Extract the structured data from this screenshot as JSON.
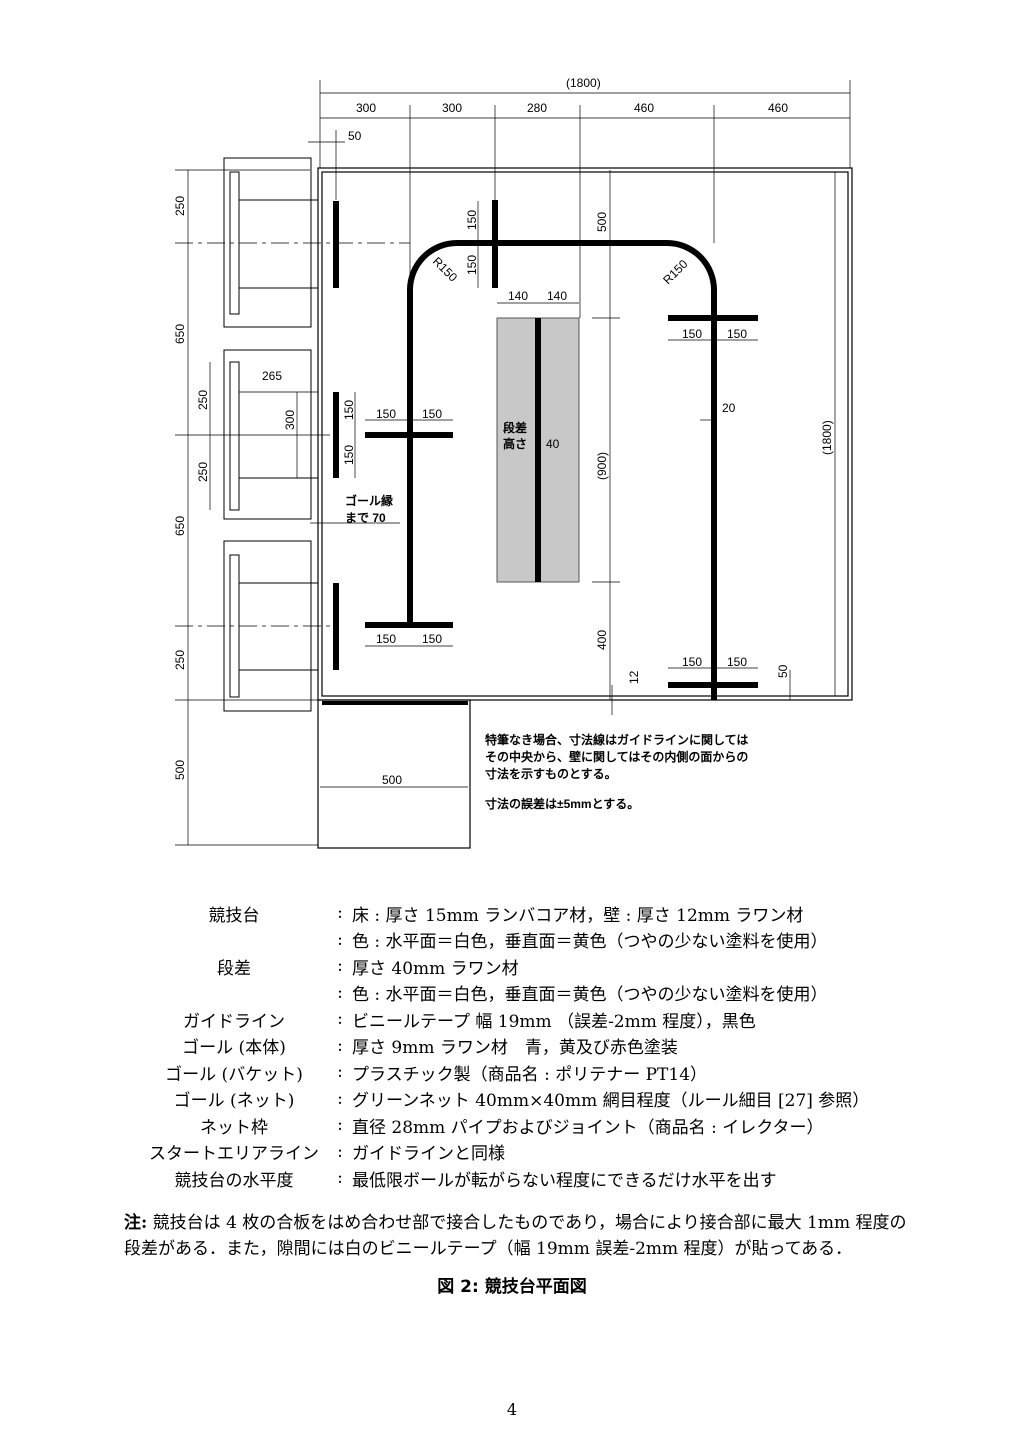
{
  "diagram": {
    "top_dims": {
      "total": "(1800)",
      "seg1": "300",
      "seg2": "300",
      "seg3": "280",
      "seg4": "460",
      "seg5": "460",
      "offset": "50"
    },
    "left_dims": {
      "d1": "250",
      "d2": "650",
      "d3": "650",
      "d4": "250",
      "d5": "500",
      "goal_half1": "250",
      "goal_half2": "250"
    },
    "goal_dims": {
      "depth": "265",
      "width": "300"
    },
    "guide_dims": {
      "v150a": "150",
      "v150b": "150",
      "step_w1": "140",
      "step_w2": "140",
      "right_t1": "150",
      "right_t2": "150",
      "mid_v1": "150",
      "mid_v2": "150",
      "mid_h1": "150",
      "mid_h2": "150",
      "bot_l1": "150",
      "bot_l2": "150",
      "bot_r1": "150",
      "bot_r2": "150",
      "r_left": "R150",
      "r_right": "R150",
      "tape": "20",
      "d500": "500",
      "d900": "(900)",
      "d400": "400",
      "d12": "12",
      "d50": "50",
      "right_total": "(1800)",
      "start_w": "500"
    },
    "step_label1": "段差",
    "step_label2": "高さ",
    "step_height": "40",
    "goal_edge1": "ゴール縁",
    "goal_edge2": "まで 70",
    "notes": [
      "特筆なき場合、寸法線はガイドラインに関しては",
      "その中央から、壁に関してはその内側の面からの",
      "寸法を示すものとする。",
      "寸法の誤差は±5mmとする。"
    ]
  },
  "spec": [
    {
      "k": "競技台",
      "v": "床 : 厚さ 15mm ランバコア材，壁 : 厚さ 12mm ラワン材"
    },
    {
      "k": "",
      "v": "色 : 水平面＝白色，垂直面＝黄色（つやの少ない塗料を使用）"
    },
    {
      "k": "段差",
      "v": "厚さ 40mm ラワン材"
    },
    {
      "k": "",
      "v": "色 : 水平面＝白色，垂直面＝黄色（つやの少ない塗料を使用）"
    },
    {
      "k": "ガイドライン",
      "v": "ビニールテープ 幅 19mm （誤差-2mm 程度），黒色"
    },
    {
      "k": "ゴール (本体)",
      "v": "厚さ 9mm ラワン材　青，黄及び赤色塗装"
    },
    {
      "k": "ゴール (バケット)",
      "v": "プラスチック製（商品名 : ポリテナー PT14）"
    },
    {
      "k": "ゴール (ネット)",
      "v": "グリーンネット 40mm×40mm 網目程度（ルール細目 [27] 参照）"
    },
    {
      "k": "ネット枠",
      "v": "直径 28mm パイプおよびジョイント（商品名 : イレクター）"
    },
    {
      "k": "スタートエリアライン",
      "v": "ガイドラインと同様"
    },
    {
      "k": "競技台の水平度",
      "v": "最低限ボールが転がらない程度にできるだけ水平を出す"
    }
  ],
  "colon": ":",
  "note_label": "注:",
  "note_text": " 競技台は 4 枚の合板をはめ合わせ部で接合したものであり，場合により接合部に最大 1mm 程度の段差がある．また，隙間には白のビニールテープ（幅 19mm 誤差-2mm 程度）が貼ってある．",
  "caption": "図 2: 競技台平面図",
  "page_number": "4"
}
